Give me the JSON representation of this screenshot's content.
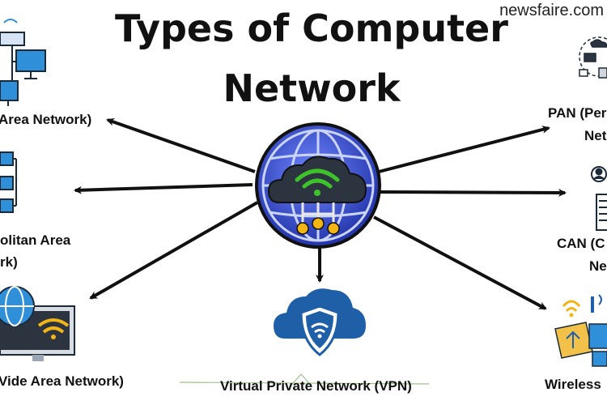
{
  "title": {
    "line1": "Types of Computer",
    "line2": "Network"
  },
  "watermark": "newsfaire.com",
  "labels": {
    "lan": "Area Network)",
    "man_line1": "olitan Area",
    "man_line2": "rk)",
    "wan": "Vide Area Network)",
    "vpn": "Virtual Private Network (VPN)",
    "pan_line1": "PAN (Per",
    "pan_line2": "Net",
    "can_line1": "CAN (C",
    "can_line2": "Ne",
    "wireless": "Wireless"
  },
  "colors": {
    "arrow": "#111111",
    "globe_blue": "#2f49c9",
    "cloud_dark": "#2c3440",
    "wifi_green": "#3ec22a",
    "node_yellow": "#f2b515",
    "vpn_blue": "#1f5fa8"
  }
}
